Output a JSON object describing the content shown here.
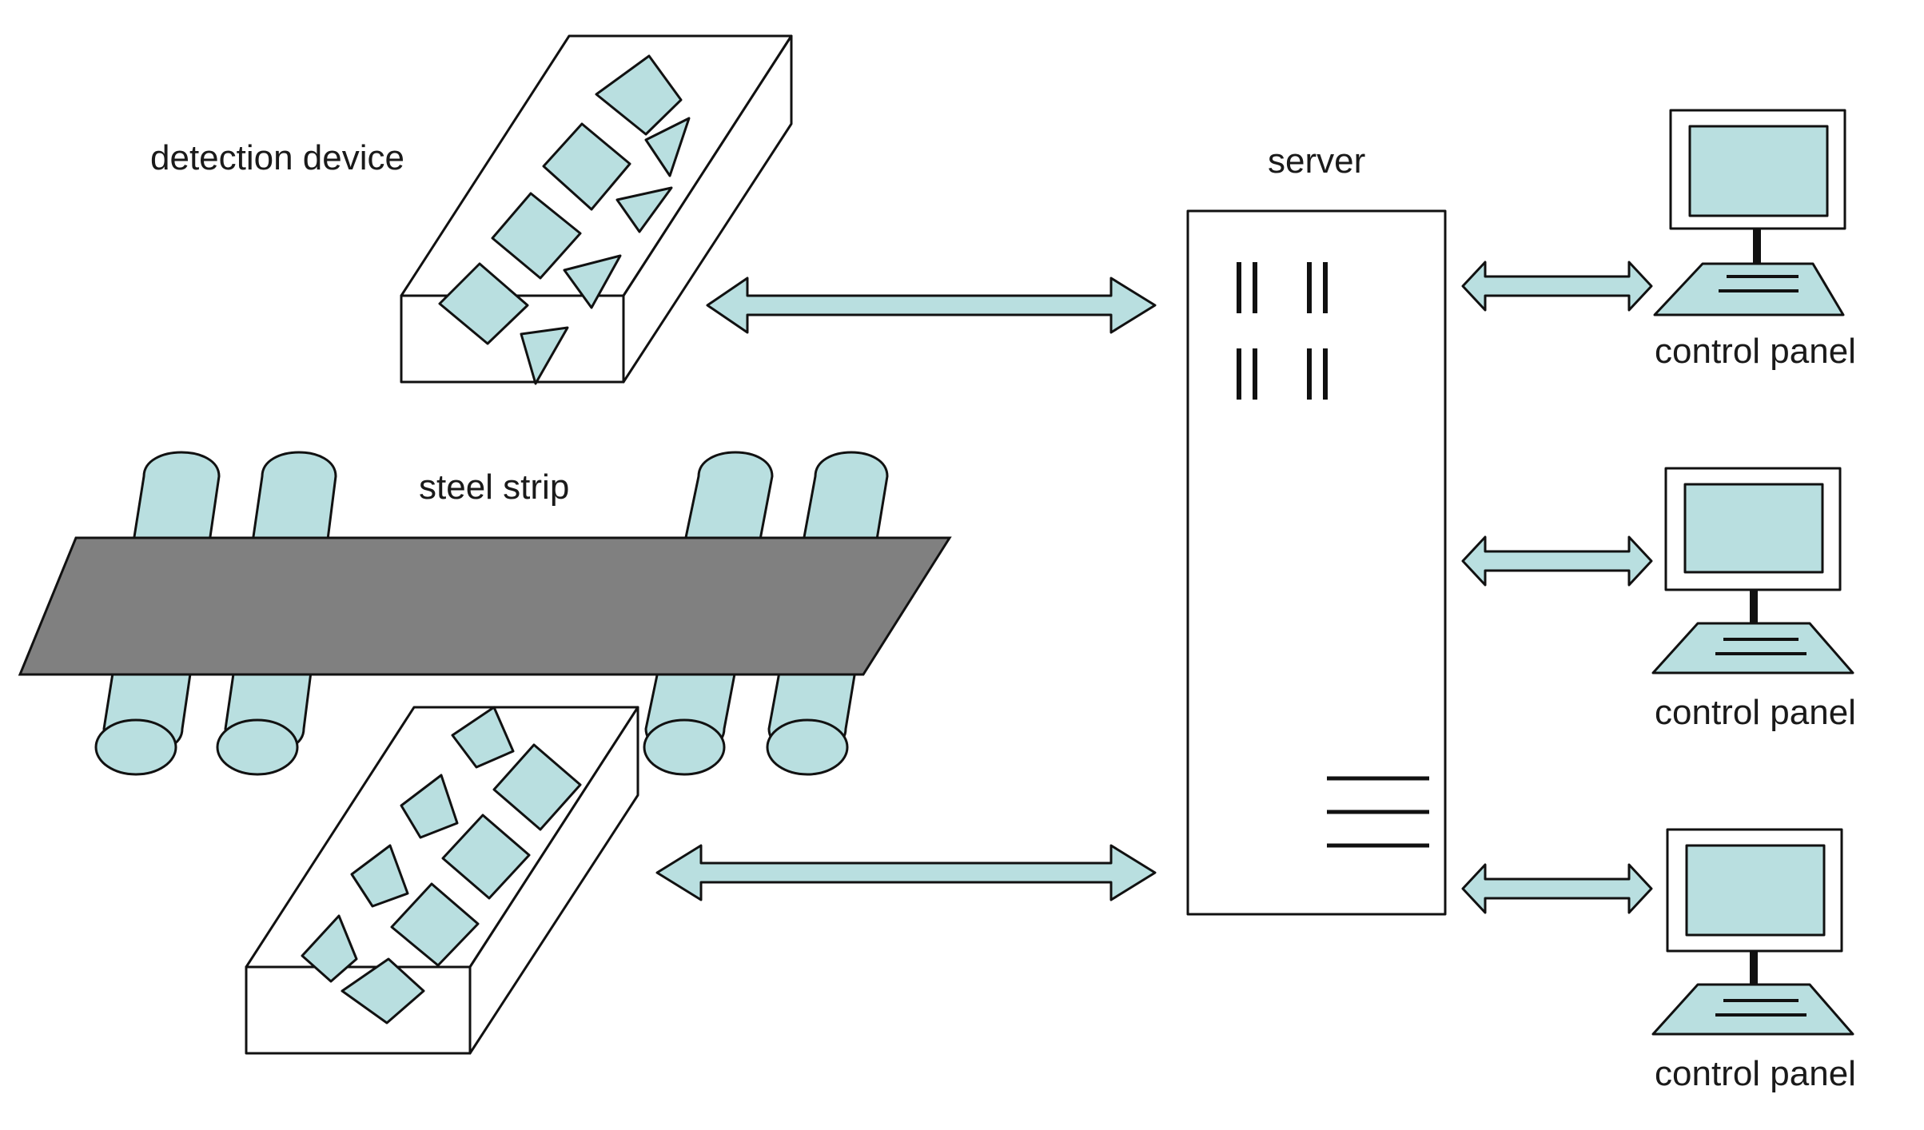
{
  "labels": {
    "detection_device": "detection device",
    "server": "server",
    "steel_strip": "steel strip",
    "control_panel_1": "control panel",
    "control_panel_2": "control panel",
    "control_panel_3": "control panel"
  },
  "colors": {
    "component_fill": "#b9dfe0",
    "strip_fill": "#808080",
    "stroke": "#111111",
    "background": "#ffffff"
  }
}
